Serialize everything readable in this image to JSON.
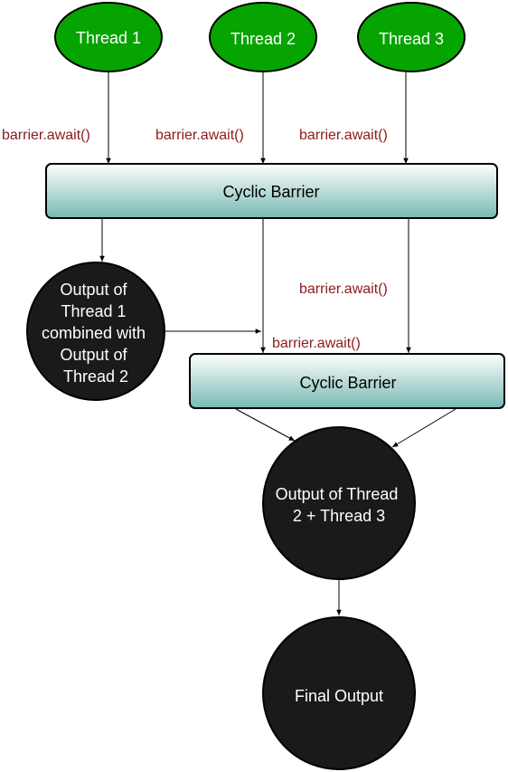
{
  "threads": [
    {
      "label": "Thread 1"
    },
    {
      "label": "Thread 2"
    },
    {
      "label": "Thread 3"
    }
  ],
  "await_label": "barrier.await()",
  "barriers": [
    {
      "label": "Cyclic Barrier"
    },
    {
      "label": "Cyclic Barrier"
    }
  ],
  "outputs": {
    "combined_1_2": [
      "Output of",
      "Thread 1",
      "combined with",
      "Output of",
      "Thread 2"
    ],
    "combined_2_3": [
      "Output of Thread",
      "2 + Thread 3"
    ],
    "final": [
      "Final Output"
    ]
  },
  "colors": {
    "thread_fill": "#06a400",
    "thread_stroke": "#000000",
    "barrier_top": "#ffffff",
    "barrier_bottom": "#77b9b3",
    "output_fill": "#1a1a1a",
    "await_text": "#8b1a1a"
  }
}
